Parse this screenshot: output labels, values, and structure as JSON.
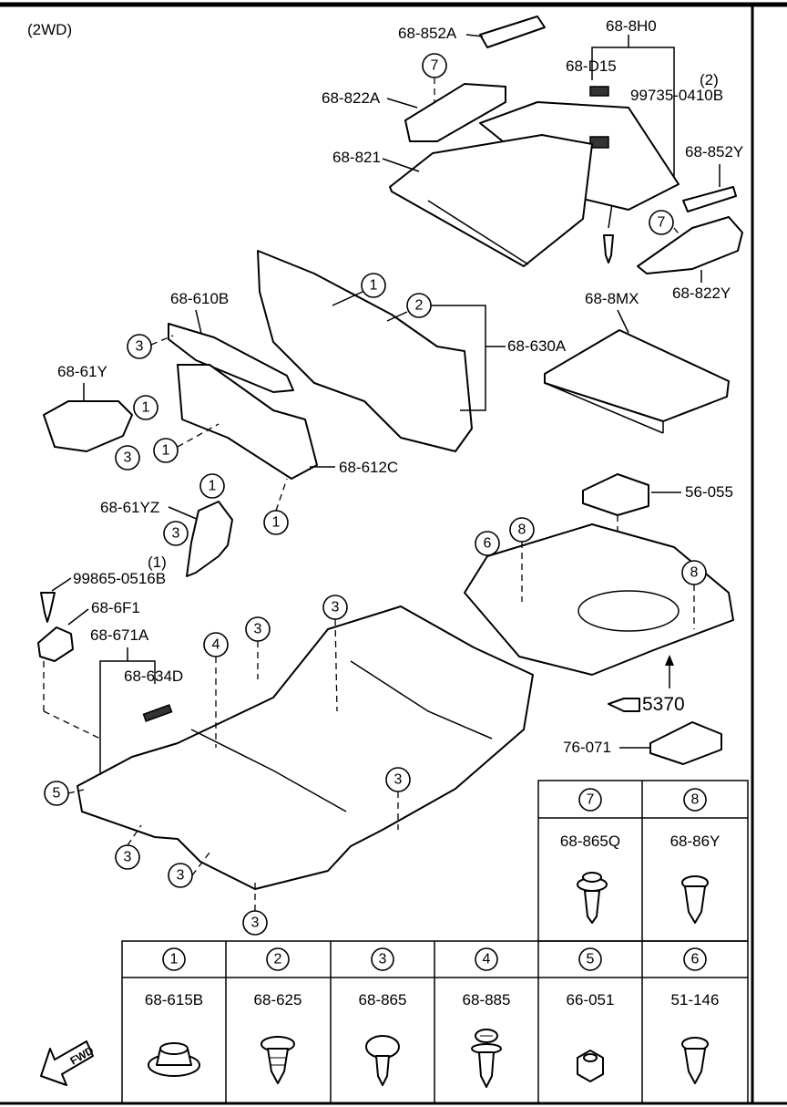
{
  "variant": "(2WD)",
  "callouts": {
    "c1": "1",
    "c2": "2",
    "c3": "3",
    "c4": "4",
    "c5": "5",
    "c6": "6",
    "c7": "7",
    "c8": "8"
  },
  "parts": {
    "p_68_852A": "68-852A",
    "p_68_8H0": "68-8H0",
    "p_68_D15": "68-D15",
    "p_99735_0410B": "99735-0410B",
    "p_qty2": "(2)",
    "p_68_822A": "68-822A",
    "p_68_821": "68-821",
    "p_68_852Y": "68-852Y",
    "p_68_822Y": "68-822Y",
    "p_68_610B": "68-610B",
    "p_68_630A": "68-630A",
    "p_68_8MX": "68-8MX",
    "p_68_61Y": "68-61Y",
    "p_68_612C": "68-612C",
    "p_68_61YZ": "68-61YZ",
    "p_56_055": "56-055",
    "p_qty1": "(1)",
    "p_99865_0516B": "99865-0516B",
    "p_68_6F1": "68-6F1",
    "p_68_671A": "68-671A",
    "p_68_634D": "68-634D",
    "p_5370": "5370",
    "p_76_071": "76-071"
  },
  "fastener_table_top": [
    {
      "callout": "7",
      "part": "68-865Q",
      "icon": "push-rivet-icon"
    },
    {
      "callout": "8",
      "part": "68-86Y",
      "icon": "push-pin-icon"
    }
  ],
  "fastener_table_bottom": [
    {
      "callout": "1",
      "part": "68-615B",
      "icon": "grommet-clip-icon"
    },
    {
      "callout": "2",
      "part": "68-625",
      "icon": "fir-tree-clip-icon"
    },
    {
      "callout": "3",
      "part": "68-865",
      "icon": "mushroom-clip-icon"
    },
    {
      "callout": "4",
      "part": "68-885",
      "icon": "screw-rivet-icon"
    },
    {
      "callout": "5",
      "part": "66-051",
      "icon": "nut-clip-icon"
    },
    {
      "callout": "6",
      "part": "51-146",
      "icon": "push-pin-icon"
    }
  ],
  "fwd_label": "FWD"
}
